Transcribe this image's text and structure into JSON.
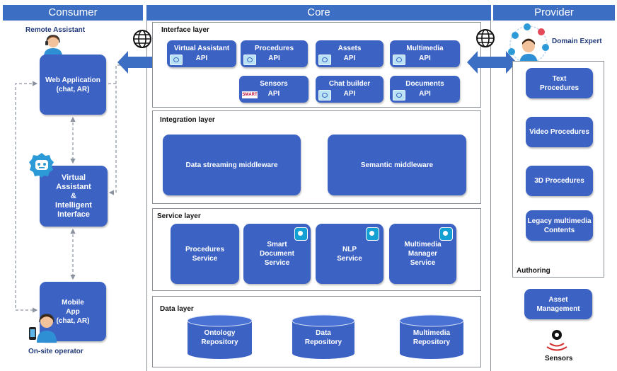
{
  "columns": {
    "consumer": "Consumer",
    "core": "Core",
    "provider": "Provider"
  },
  "consumer": {
    "remote_label": "Remote Assistant",
    "web_app": "Web Application\n(chat, AR)",
    "assistant": "Virtual\nAssistant\n&\nIntelligent\nInterface",
    "mobile": "Mobile\nApp\n(chat, AR)",
    "operator_label": "On-site operator"
  },
  "interface_layer": {
    "title": "Interface layer",
    "apis": [
      {
        "name": "Virtual Assistant",
        "sub": "API"
      },
      {
        "name": "Procedures",
        "sub": "API"
      },
      {
        "name": "Assets",
        "sub": "API"
      },
      {
        "name": "Multimedia",
        "sub": "API"
      },
      {
        "name": "Sensors",
        "sub": "API"
      },
      {
        "name": "Chat builder",
        "sub": "API"
      },
      {
        "name": "Documents",
        "sub": "API"
      }
    ],
    "smart_tag": "SMART"
  },
  "integration_layer": {
    "title": "Integration layer",
    "boxes": [
      "Data streaming middleware",
      "Semantic middleware"
    ]
  },
  "service_layer": {
    "title": "Service layer",
    "boxes": [
      "Procedures\nService",
      "Smart\nDocument\nService",
      "NLP\nService",
      "Multimedia\nManager\nService"
    ]
  },
  "data_layer": {
    "title": "Data layer",
    "repos": [
      "Ontology\nRepository",
      "Data\nRepository",
      "Multimedia\nRepository"
    ]
  },
  "provider": {
    "domain_expert": "Domain Expert",
    "authoring_items": [
      "Text\nProcedures",
      "Video Procedures",
      "3D Procedures",
      "Legacy multimedia\nContents"
    ],
    "authoring_title": "Authoring",
    "asset": "Asset\nManagement",
    "sensors": "Sensors"
  },
  "colors": {
    "box": "#3c62c4",
    "header": "#3c6ec3",
    "api_chip": "#b9e3f5",
    "smart_badge": "#14a0d2",
    "smart_text": "#c0143c"
  }
}
